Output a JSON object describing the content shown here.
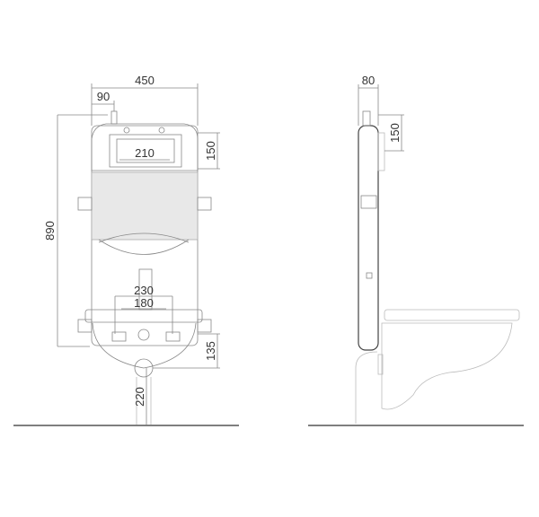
{
  "diagram": {
    "type": "technical-drawing",
    "subject": "concealed cistern frame for wall-hung toilet",
    "front_view": {
      "dimensions": {
        "overall_width": "450",
        "inlet_offset": "90",
        "flush_plate_width": "210",
        "flush_plate_height": "150",
        "frame_height": "890",
        "bolt_spacing_outer": "230",
        "bolt_spacing_inner": "180",
        "outlet_offset": "135",
        "outlet_height": "220"
      }
    },
    "side_view": {
      "dimensions": {
        "frame_depth": "80",
        "flush_plate_height": "150"
      }
    },
    "colors": {
      "line": "#888888",
      "dark_line": "#444444",
      "floor": "#555555",
      "text": "#333333"
    }
  }
}
